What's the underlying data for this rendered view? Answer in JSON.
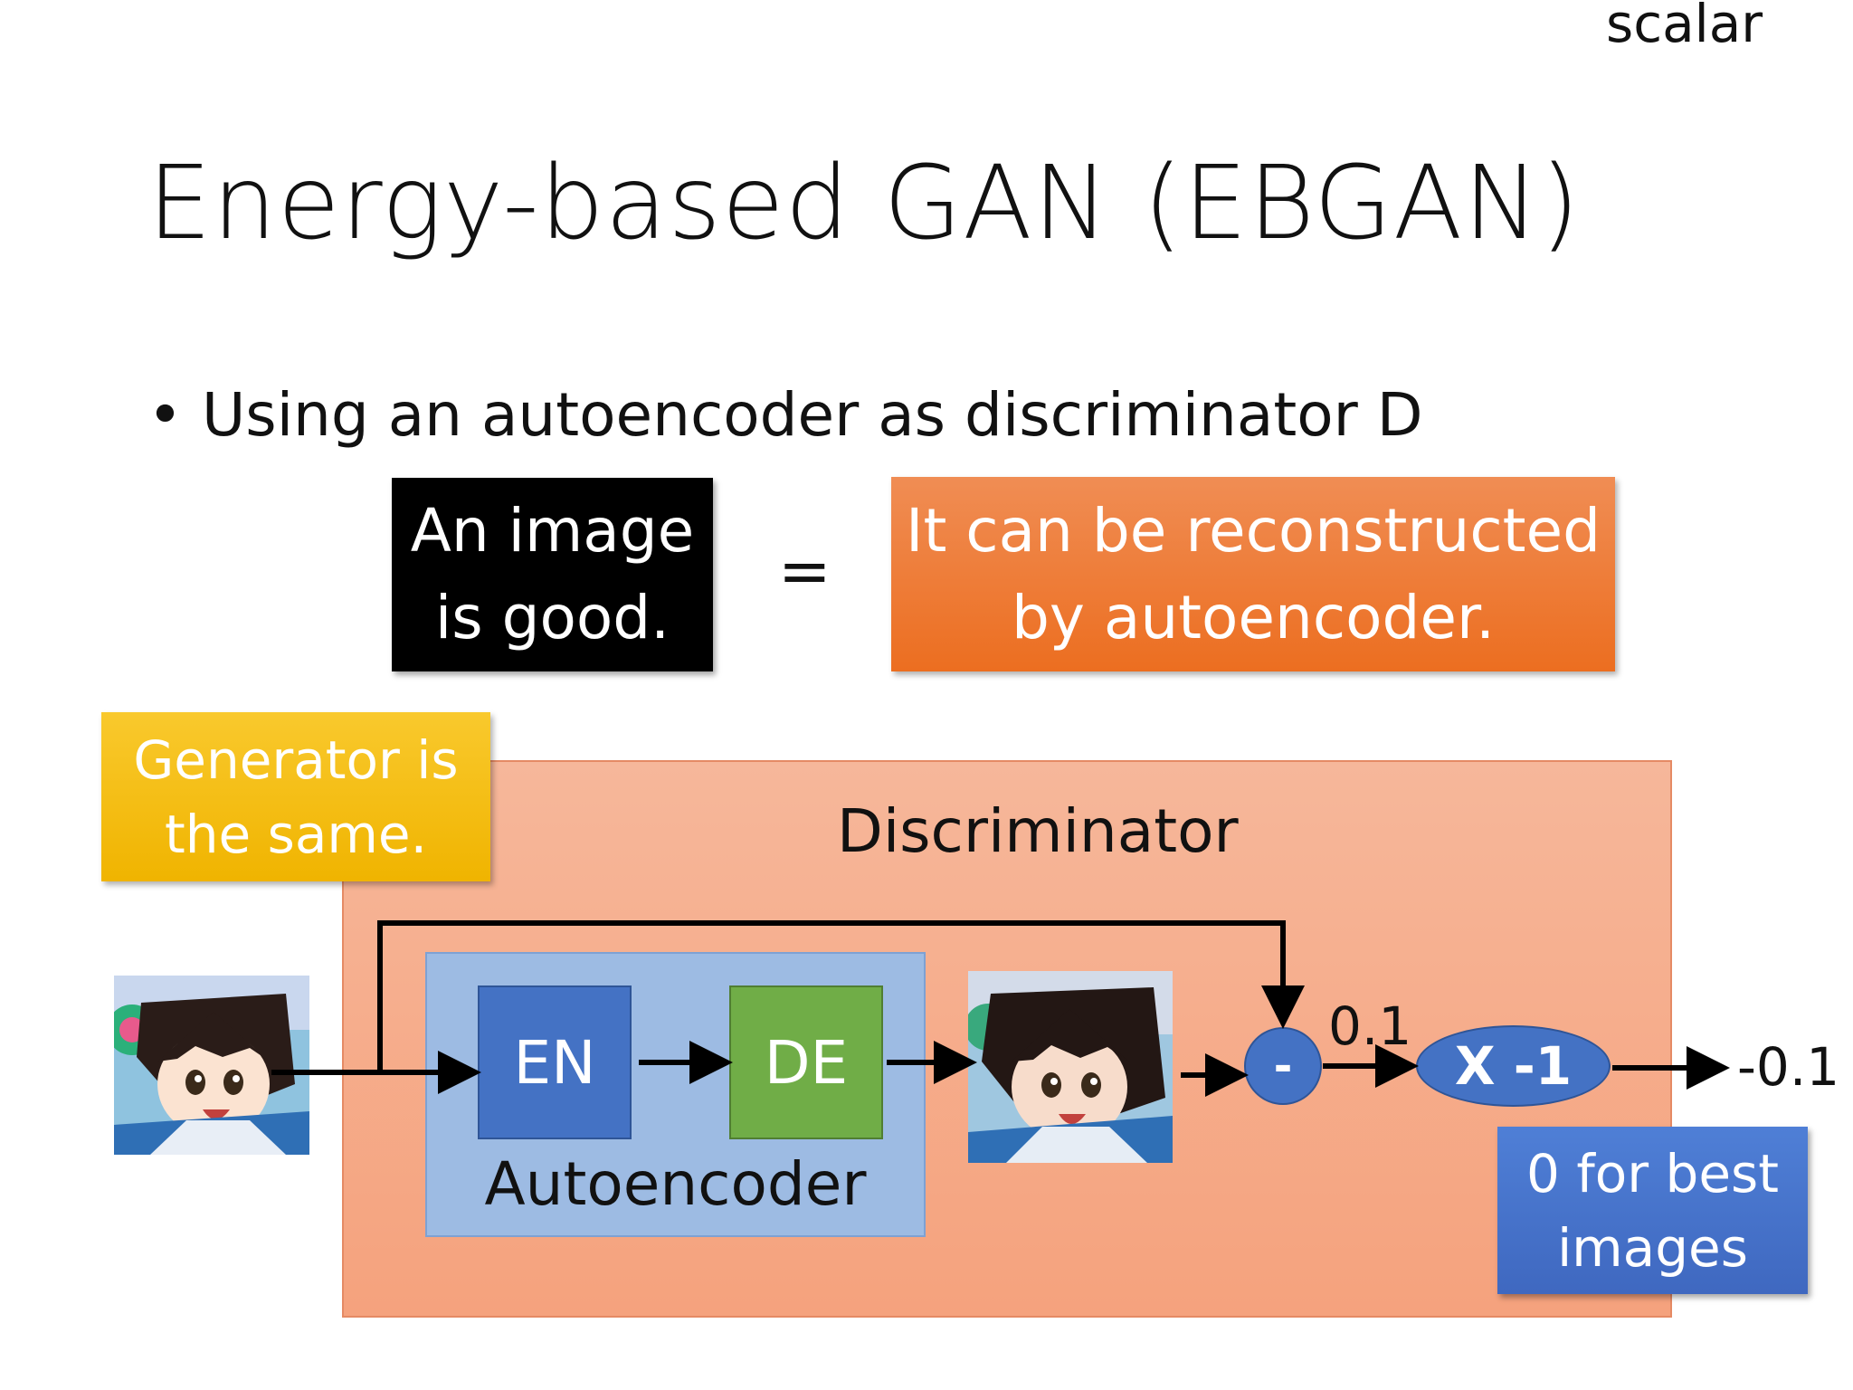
{
  "slide": {
    "corner_label": "scalar",
    "title": "Energy-based GAN (EBGAN)",
    "bullet_marker": "•",
    "bullet": "Using an autoencoder as discriminator D"
  },
  "equation": {
    "left_line1": "An image",
    "left_line2": "is good.",
    "equals": "=",
    "right_line1": "It can be reconstructed",
    "right_line2": "by autoencoder."
  },
  "diagram": {
    "generator_line1": "Generator is",
    "generator_line2": "the same.",
    "discriminator_label": "Discriminator",
    "autoencoder_label": "Autoencoder",
    "encoder_label": "EN",
    "decoder_label": "DE",
    "subtract_label": "-",
    "multiply_label": "X -1",
    "diff_value": "0.1",
    "output_value": "-0.1",
    "note_line1": "0 for best",
    "note_line2": "images",
    "colors": {
      "discriminator_panel": "#f5a27d",
      "autoencoder_panel": "#9dbbe3",
      "encoder": "#4472c4",
      "decoder": "#70ad47",
      "generator_box": "#f9c92d",
      "reconstruct_box": "#ec6e20",
      "note_box": "#3f68c0"
    },
    "icons": [
      "anime-input-image",
      "anime-reconstructed-image"
    ]
  }
}
